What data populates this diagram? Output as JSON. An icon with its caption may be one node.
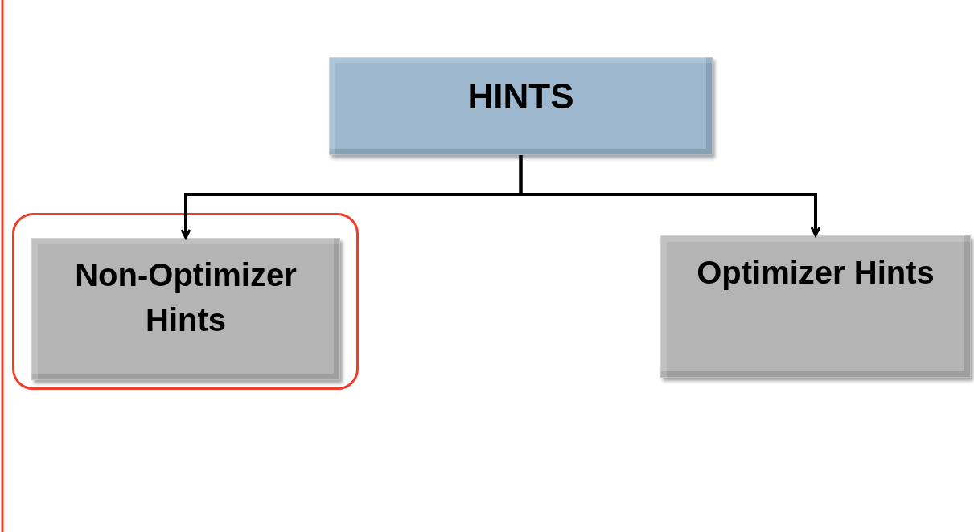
{
  "diagram": {
    "nodes": [
      {
        "text": [
          "HINTS"
        ]
      },
      {
        "text": [],
        "shape": "box"
      },
      {
        "text": [
          "Non-Optimizer Hints"
        ],
        "in": 1
      },
      {
        "text": [
          "Optimizer Hints"
        ]
      }
    ],
    "edges": [
      {
        "from": 0,
        "to": 2,
        "arrow": "to"
      },
      {
        "from": 0,
        "to": 3,
        "arrow": "to"
      }
    ]
  }
}
